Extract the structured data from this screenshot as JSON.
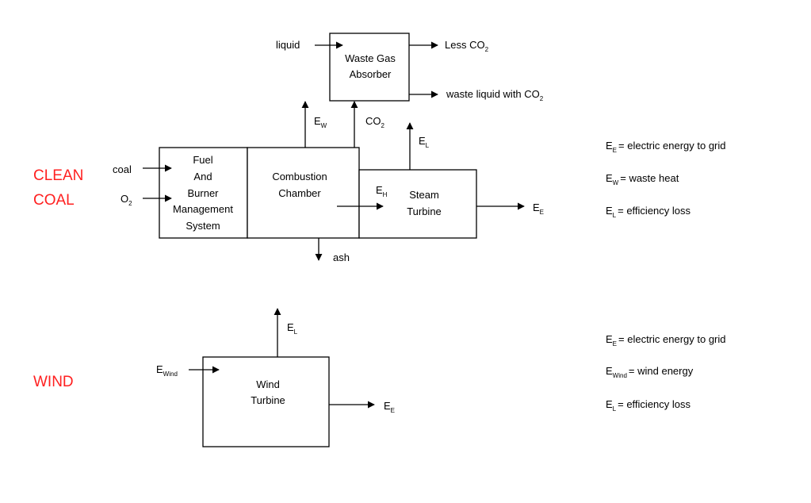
{
  "labels": {
    "clean_coal_1": "CLEAN",
    "clean_coal_2": "COAL",
    "wind": "WIND"
  },
  "clean_coal": {
    "waste_gas_absorber": [
      "Waste Gas",
      "Absorber"
    ],
    "fuel_burner": [
      "Fuel",
      "And",
      "Burner",
      "Management",
      "System"
    ],
    "combustion_chamber": [
      "Combustion",
      "Chamber"
    ],
    "steam_turbine": [
      "Steam",
      "Turbine"
    ],
    "inputs": {
      "liquid": "liquid",
      "coal": "coal",
      "o2": "O",
      "o2_sub": "2"
    },
    "outputs": {
      "less_co2": "Less CO",
      "less_co2_sub": "2",
      "waste_liquid": "waste liquid with CO",
      "waste_liquid_sub": "2",
      "ew": "E",
      "ew_sub": "W",
      "co2": "CO",
      "co2_sub": "2",
      "el": "E",
      "el_sub": "L",
      "eh": "E",
      "eh_sub": "H",
      "ee": "E",
      "ee_sub": "E",
      "ash": "ash"
    },
    "legend": [
      {
        "sym": "E",
        "sub": "E",
        "text": "=  electric energy to grid"
      },
      {
        "sym": "E",
        "sub": "W",
        "text": "=  waste heat"
      },
      {
        "sym": "E",
        "sub": "L",
        "text": "= efficiency  loss"
      }
    ]
  },
  "wind": {
    "wind_turbine": [
      "Wind",
      "Turbine"
    ],
    "input": "E",
    "input_sub": "Wind",
    "out_el": "E",
    "out_el_sub": "L",
    "out_ee": "E",
    "out_ee_sub": "E",
    "legend": [
      {
        "sym": "E",
        "sub": "E",
        "text": "=  electric energy to grid"
      },
      {
        "sym": "E",
        "sub": "Wind",
        "text": "=  wind energy"
      },
      {
        "sym": "E",
        "sub": "L",
        "text": "= efficiency  loss"
      }
    ]
  }
}
